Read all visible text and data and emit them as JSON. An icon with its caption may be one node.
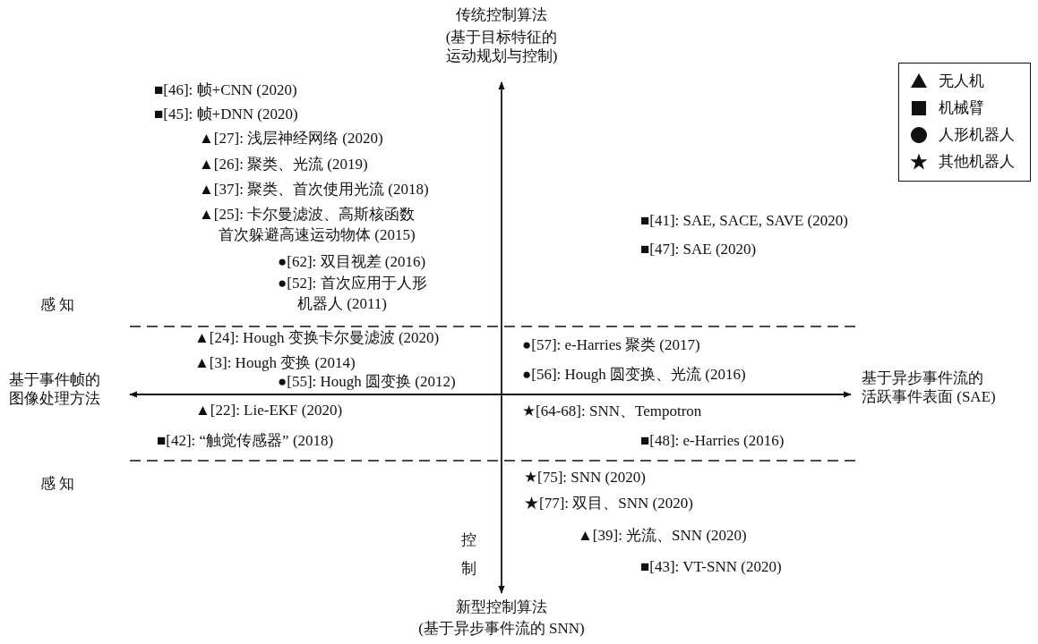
{
  "diagram": {
    "labels": [
      "传统控制算法",
      "(基于目标特征的运动规划与控制)",
      "■[46]: 帧+CNN (2020)",
      "■[45]: 帧+DNN (2020)",
      "▲[27]: 浅层神经网络 (2020)",
      "▲[26]: 聚类、光流 (2019)",
      "▲[37]: 聚类、首次使用光流 (2018)",
      "▲[25]: 卡尔曼滤波、高斯核函数首次躲避高速运动物体 (2015)",
      "■[41]: SAE, SACE, SAVE (2020)",
      "■[47]: SAE (2020)",
      "●[62]: 双目视差 (2016)",
      "●[52]: 首次应用于人形机器人 (2011)",
      "感 知",
      "▲[24]: Hough 变换卡尔曼滤波 (2020)",
      "●[57]: e-Harries 聚类 (2017)",
      "▲[3]: Hough 变换 (2014)",
      "●[56]: Hough 圆变换、光流 (2016)",
      "基于事件帧的图像处理方法",
      "基于异步事件流的活跃事件表面 (SAE)",
      "●[55]: Hough 圆变换 (2012)",
      "▲[22]: Lie-EKF (2020)",
      "★[64-68]: SNN、Tempotron",
      "■[42]: “触觉传感器” (2018)",
      "■[48]: e-Harries (2016)",
      "感 知",
      "★[75]: SNN (2020)",
      "★[77]: 双目、SNN (2020)",
      "▲[39]: 光流、SNN (2020)",
      "控制",
      "■[43]: VT-SNN (2020)",
      "新型控制算法",
      "(基于异步事件流的 SNN)"
    ],
    "legend": [
      {
        "text": "无人机"
      },
      {
        "text": "机械臂"
      },
      {
        "text": "人形机器人"
      },
      {
        "text": "其他机器人"
      }
    ]
  }
}
